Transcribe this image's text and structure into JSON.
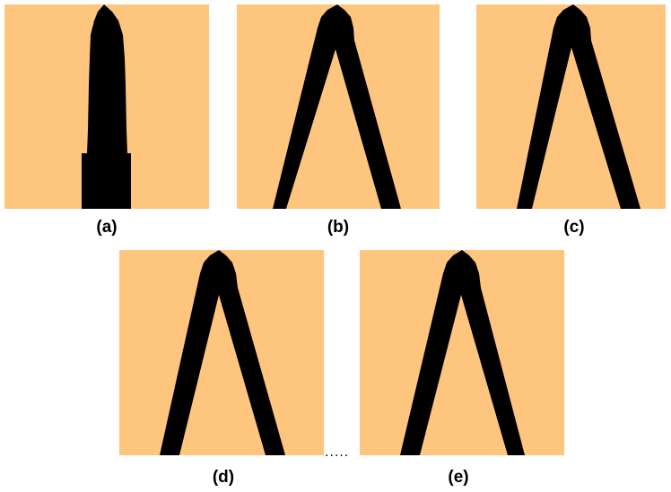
{
  "colors": {
    "background": "#fec57f",
    "stroke": "#000000",
    "page": "#ffffff"
  },
  "panels": [
    {
      "id": "a",
      "caption": "(a)",
      "shape": "tapered-needle"
    },
    {
      "id": "b",
      "caption": "(b)",
      "shape": "inverted-v"
    },
    {
      "id": "c",
      "caption": "(c)",
      "shape": "inverted-v"
    },
    {
      "id": "d",
      "caption": "(d)",
      "shape": "inverted-v"
    },
    {
      "id": "e",
      "caption": "(e)",
      "shape": "inverted-v"
    }
  ],
  "ellipsis": "....."
}
